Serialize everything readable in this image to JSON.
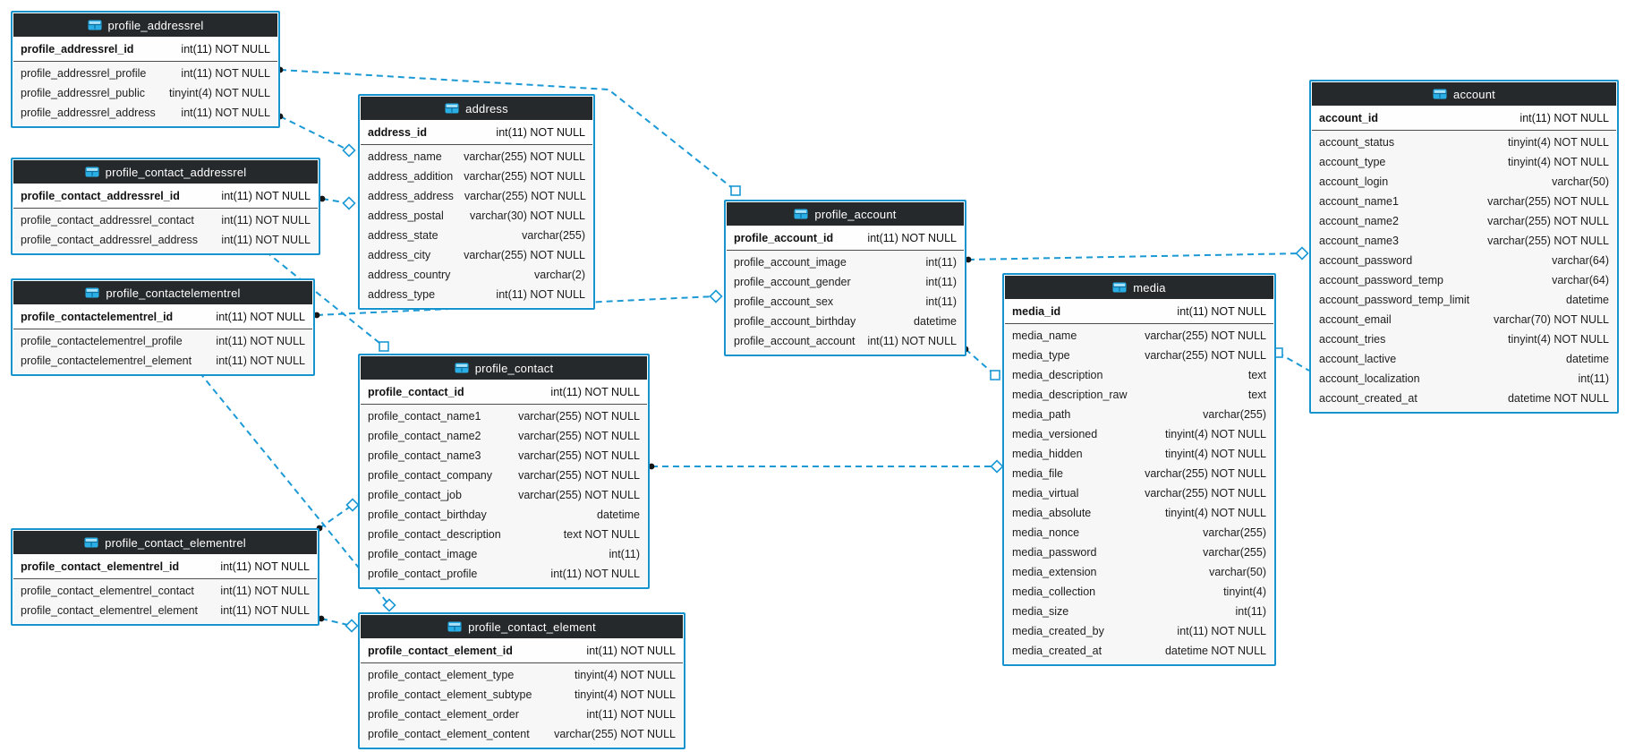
{
  "diagram": {
    "accent": "#1b99d5",
    "header_bg": "#26292c",
    "header_fg": "#ffffff",
    "row_bg": "#f7f7f7",
    "pk_row_bg": "#fefefe",
    "line_color": "#1b99d5",
    "icon_name": "table-grid-icon",
    "icon_color": "#29afe5"
  },
  "tables": [
    {
      "id": "profile_addressrel",
      "title": "profile_addressrel",
      "pk": {
        "name": "profile_addressrel_id",
        "type": "int(11) NOT NULL"
      },
      "fields": [
        {
          "name": "profile_addressrel_profile",
          "type": "int(11) NOT NULL"
        },
        {
          "name": "profile_addressrel_public",
          "type": "tinyint(4) NOT NULL"
        },
        {
          "name": "profile_addressrel_address",
          "type": "int(11) NOT NULL"
        }
      ]
    },
    {
      "id": "profile_contact_addressrel",
      "title": "profile_contact_addressrel",
      "pk": {
        "name": "profile_contact_addressrel_id",
        "type": "int(11) NOT NULL"
      },
      "fields": [
        {
          "name": "profile_contact_addressrel_contact",
          "type": "int(11) NOT NULL"
        },
        {
          "name": "profile_contact_addressrel_address",
          "type": "int(11) NOT NULL"
        }
      ]
    },
    {
      "id": "profile_contactelementrel",
      "title": "profile_contactelementrel",
      "pk": {
        "name": "profile_contactelementrel_id",
        "type": "int(11) NOT NULL"
      },
      "fields": [
        {
          "name": "profile_contactelementrel_profile",
          "type": "int(11) NOT NULL"
        },
        {
          "name": "profile_contactelementrel_element",
          "type": "int(11) NOT NULL"
        }
      ]
    },
    {
      "id": "profile_contact_elementrel",
      "title": "profile_contact_elementrel",
      "pk": {
        "name": "profile_contact_elementrel_id",
        "type": "int(11) NOT NULL"
      },
      "fields": [
        {
          "name": "profile_contact_elementrel_contact",
          "type": "int(11) NOT NULL"
        },
        {
          "name": "profile_contact_elementrel_element",
          "type": "int(11) NOT NULL"
        }
      ]
    },
    {
      "id": "address",
      "title": "address",
      "pk": {
        "name": "address_id",
        "type": "int(11) NOT NULL"
      },
      "fields": [
        {
          "name": "address_name",
          "type": "varchar(255) NOT NULL"
        },
        {
          "name": "address_addition",
          "type": "varchar(255) NOT NULL"
        },
        {
          "name": "address_address",
          "type": "varchar(255) NOT NULL"
        },
        {
          "name": "address_postal",
          "type": "varchar(30) NOT NULL"
        },
        {
          "name": "address_state",
          "type": "varchar(255)"
        },
        {
          "name": "address_city",
          "type": "varchar(255) NOT NULL"
        },
        {
          "name": "address_country",
          "type": "varchar(2)"
        },
        {
          "name": "address_type",
          "type": "int(11) NOT NULL"
        }
      ]
    },
    {
      "id": "profile_contact",
      "title": "profile_contact",
      "pk": {
        "name": "profile_contact_id",
        "type": "int(11) NOT NULL"
      },
      "fields": [
        {
          "name": "profile_contact_name1",
          "type": "varchar(255) NOT NULL"
        },
        {
          "name": "profile_contact_name2",
          "type": "varchar(255) NOT NULL"
        },
        {
          "name": "profile_contact_name3",
          "type": "varchar(255) NOT NULL"
        },
        {
          "name": "profile_contact_company",
          "type": "varchar(255) NOT NULL"
        },
        {
          "name": "profile_contact_job",
          "type": "varchar(255) NOT NULL"
        },
        {
          "name": "profile_contact_birthday",
          "type": "datetime"
        },
        {
          "name": "profile_contact_description",
          "type": "text NOT NULL"
        },
        {
          "name": "profile_contact_image",
          "type": "int(11)"
        },
        {
          "name": "profile_contact_profile",
          "type": "int(11) NOT NULL"
        }
      ]
    },
    {
      "id": "profile_contact_element",
      "title": "profile_contact_element",
      "pk": {
        "name": "profile_contact_element_id",
        "type": "int(11) NOT NULL"
      },
      "fields": [
        {
          "name": "profile_contact_element_type",
          "type": "tinyint(4) NOT NULL"
        },
        {
          "name": "profile_contact_element_subtype",
          "type": "tinyint(4) NOT NULL"
        },
        {
          "name": "profile_contact_element_order",
          "type": "int(11) NOT NULL"
        },
        {
          "name": "profile_contact_element_content",
          "type": "varchar(255) NOT NULL"
        }
      ]
    },
    {
      "id": "profile_account",
      "title": "profile_account",
      "pk": {
        "name": "profile_account_id",
        "type": "int(11) NOT NULL"
      },
      "fields": [
        {
          "name": "profile_account_image",
          "type": "int(11)"
        },
        {
          "name": "profile_account_gender",
          "type": "int(11)"
        },
        {
          "name": "profile_account_sex",
          "type": "int(11)"
        },
        {
          "name": "profile_account_birthday",
          "type": "datetime"
        },
        {
          "name": "profile_account_account",
          "type": "int(11) NOT NULL"
        }
      ]
    },
    {
      "id": "media",
      "title": "media",
      "pk": {
        "name": "media_id",
        "type": "int(11) NOT NULL"
      },
      "fields": [
        {
          "name": "media_name",
          "type": "varchar(255) NOT NULL"
        },
        {
          "name": "media_type",
          "type": "varchar(255) NOT NULL"
        },
        {
          "name": "media_description",
          "type": "text"
        },
        {
          "name": "media_description_raw",
          "type": "text"
        },
        {
          "name": "media_path",
          "type": "varchar(255)"
        },
        {
          "name": "media_versioned",
          "type": "tinyint(4) NOT NULL"
        },
        {
          "name": "media_hidden",
          "type": "tinyint(4) NOT NULL"
        },
        {
          "name": "media_file",
          "type": "varchar(255) NOT NULL"
        },
        {
          "name": "media_virtual",
          "type": "varchar(255) NOT NULL"
        },
        {
          "name": "media_absolute",
          "type": "tinyint(4) NOT NULL"
        },
        {
          "name": "media_nonce",
          "type": "varchar(255)"
        },
        {
          "name": "media_password",
          "type": "varchar(255)"
        },
        {
          "name": "media_extension",
          "type": "varchar(50)"
        },
        {
          "name": "media_collection",
          "type": "tinyint(4)"
        },
        {
          "name": "media_size",
          "type": "int(11)"
        },
        {
          "name": "media_created_by",
          "type": "int(11) NOT NULL"
        },
        {
          "name": "media_created_at",
          "type": "datetime NOT NULL"
        }
      ]
    },
    {
      "id": "account",
      "title": "account",
      "pk": {
        "name": "account_id",
        "type": "int(11) NOT NULL"
      },
      "fields": [
        {
          "name": "account_status",
          "type": "tinyint(4) NOT NULL"
        },
        {
          "name": "account_type",
          "type": "tinyint(4) NOT NULL"
        },
        {
          "name": "account_login",
          "type": "varchar(50)"
        },
        {
          "name": "account_name1",
          "type": "varchar(255) NOT NULL"
        },
        {
          "name": "account_name2",
          "type": "varchar(255) NOT NULL"
        },
        {
          "name": "account_name3",
          "type": "varchar(255) NOT NULL"
        },
        {
          "name": "account_password",
          "type": "varchar(64)"
        },
        {
          "name": "account_password_temp",
          "type": "varchar(64)"
        },
        {
          "name": "account_password_temp_limit",
          "type": "datetime"
        },
        {
          "name": "account_email",
          "type": "varchar(70) NOT NULL"
        },
        {
          "name": "account_tries",
          "type": "tinyint(4) NOT NULL"
        },
        {
          "name": "account_lactive",
          "type": "datetime"
        },
        {
          "name": "account_localization",
          "type": "int(11)"
        },
        {
          "name": "account_created_at",
          "type": "datetime NOT NULL"
        }
      ]
    }
  ],
  "relationships": [
    {
      "from": "profile_addressrel",
      "to": "profile_account"
    },
    {
      "from": "profile_addressrel",
      "to": "address"
    },
    {
      "from": "profile_contact_addressrel",
      "to": "address"
    },
    {
      "from": "profile_contact_addressrel",
      "to": "profile_contact"
    },
    {
      "from": "profile_contactelementrel",
      "to": "profile_account"
    },
    {
      "from": "profile_contactelementrel",
      "to": "profile_contact_element"
    },
    {
      "from": "profile_contact_elementrel",
      "to": "profile_contact"
    },
    {
      "from": "profile_contact_elementrel",
      "to": "profile_contact_element"
    },
    {
      "from": "profile_contact",
      "to": "media"
    },
    {
      "from": "profile_account",
      "to": "media"
    },
    {
      "from": "profile_account",
      "to": "account"
    },
    {
      "from": "media",
      "to": "account"
    }
  ]
}
